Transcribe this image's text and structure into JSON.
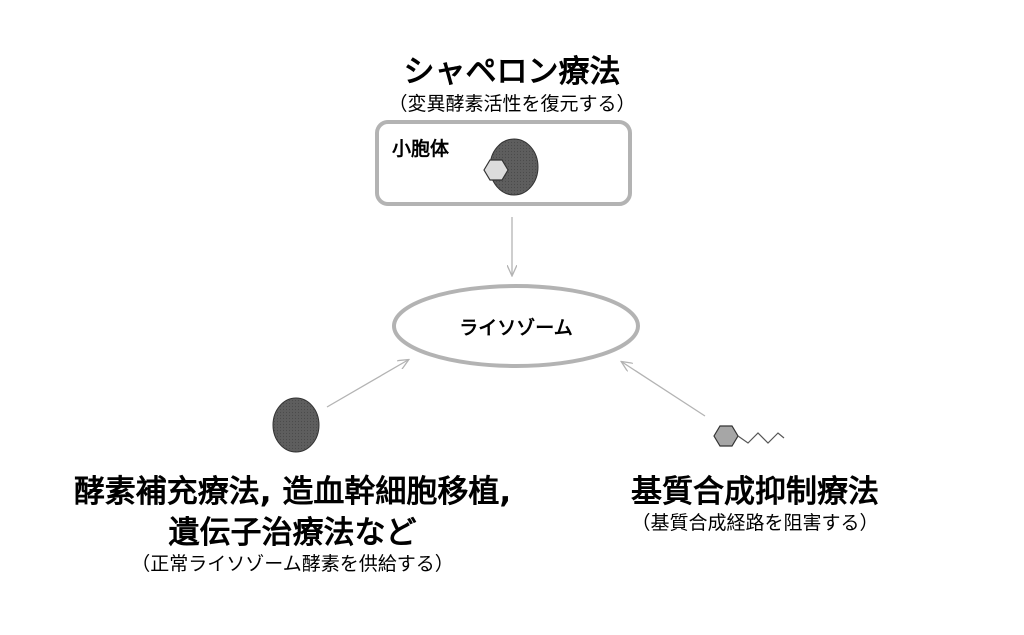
{
  "chaperone": {
    "title": "シャペロン療法",
    "subtitle": "（変異酵素活性を復元する）",
    "box_label": "小胞体"
  },
  "lysosome": {
    "label": "ライソゾーム"
  },
  "enzyme_replacement": {
    "title_line1": "酵素補充療法, 造血幹細胞移植,",
    "title_line2": "遺伝子治療法など",
    "subtitle": "（正常ライソゾーム酵素を供給する）"
  },
  "substrate_reduction": {
    "title": "基質合成抑制療法",
    "subtitle": "（基質合成経路を阻害する）"
  },
  "colors": {
    "box_stroke": "#b3b3b3",
    "arrow": "#b3b3b3",
    "enzyme_fill": "#5a5a5a",
    "hexagon_light": "#dcdcdc",
    "hexagon_mid": "#a6a6a6"
  }
}
